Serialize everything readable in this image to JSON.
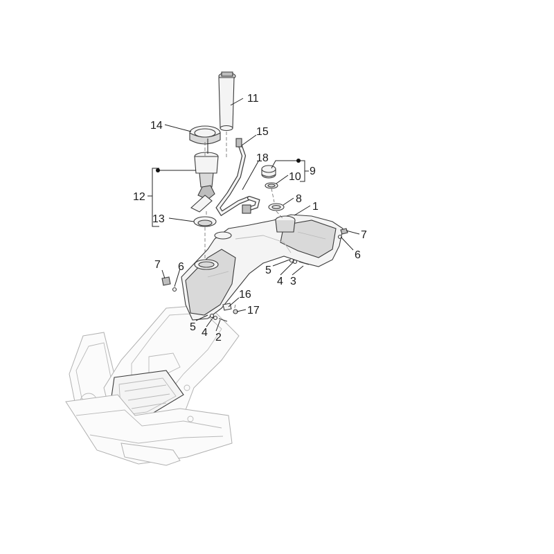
{
  "diagram": {
    "callouts": {
      "c1": "1",
      "c2": "2",
      "c3": "3",
      "c4a": "4",
      "c4b": "4",
      "c5a": "5",
      "c5b": "5",
      "c6a": "6",
      "c6b": "6",
      "c7a": "7",
      "c7b": "7",
      "c8": "8",
      "c9": "9",
      "c10": "10",
      "c11": "11",
      "c12": "12",
      "c13": "13",
      "c14": "14",
      "c15": "15",
      "c16": "16",
      "c17": "17",
      "c18": "18"
    }
  }
}
